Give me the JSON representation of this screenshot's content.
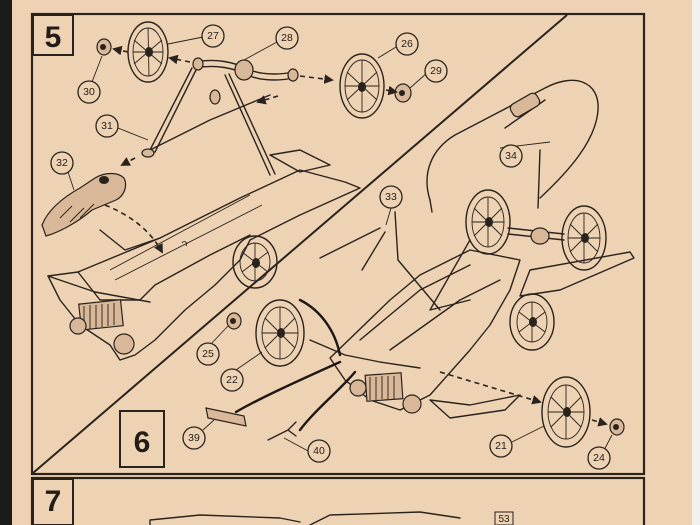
{
  "steps": [
    {
      "number": "5"
    },
    {
      "number": "6"
    },
    {
      "number": "7"
    }
  ],
  "callouts": [
    {
      "label": "27"
    },
    {
      "label": "28"
    },
    {
      "label": "26"
    },
    {
      "label": "29"
    },
    {
      "label": "30"
    },
    {
      "label": "31"
    },
    {
      "label": "32"
    },
    {
      "label": "34"
    },
    {
      "label": "33"
    },
    {
      "label": "25"
    },
    {
      "label": "22"
    },
    {
      "label": "39"
    },
    {
      "label": "40"
    },
    {
      "label": "21"
    },
    {
      "label": "24"
    }
  ],
  "partial_labels": [
    {
      "label": "53"
    }
  ],
  "colors": {
    "paper": "#eed2b4",
    "ink": "#2a231d"
  }
}
